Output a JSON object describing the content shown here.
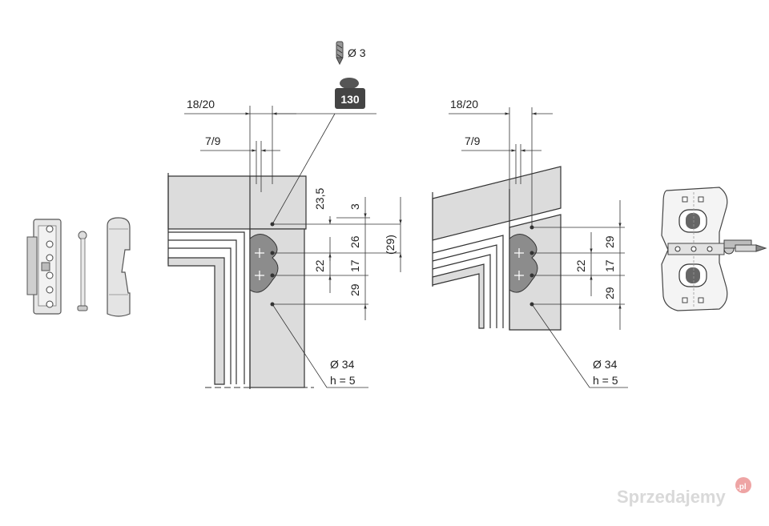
{
  "drill": {
    "label": "Ø 3"
  },
  "torque": {
    "value": "130"
  },
  "left_view": {
    "frame_width": "18/20",
    "inner_width": "7/9",
    "offset_top": "23,5",
    "dim_3": "3",
    "dim_26": "26",
    "dim_paren_29": "(29)",
    "dim_22": "22",
    "dim_17": "17",
    "dim_29": "29",
    "bore_diameter": "Ø 34",
    "bore_depth": "h = 5"
  },
  "right_view": {
    "frame_width": "18/20",
    "inner_width": "7/9",
    "dim_29_top": "29",
    "dim_22": "22",
    "dim_17": "17",
    "dim_29_bottom": "29",
    "bore_diameter": "Ø 34",
    "bore_depth": "h = 5"
  },
  "watermark": {
    "text": "Sprzedajemy",
    "suffix": ".pl"
  },
  "colors": {
    "section_fill": "#dcdcdc",
    "dark_fill": "#8c8c8c",
    "line": "#333333",
    "badge": "#444444"
  }
}
